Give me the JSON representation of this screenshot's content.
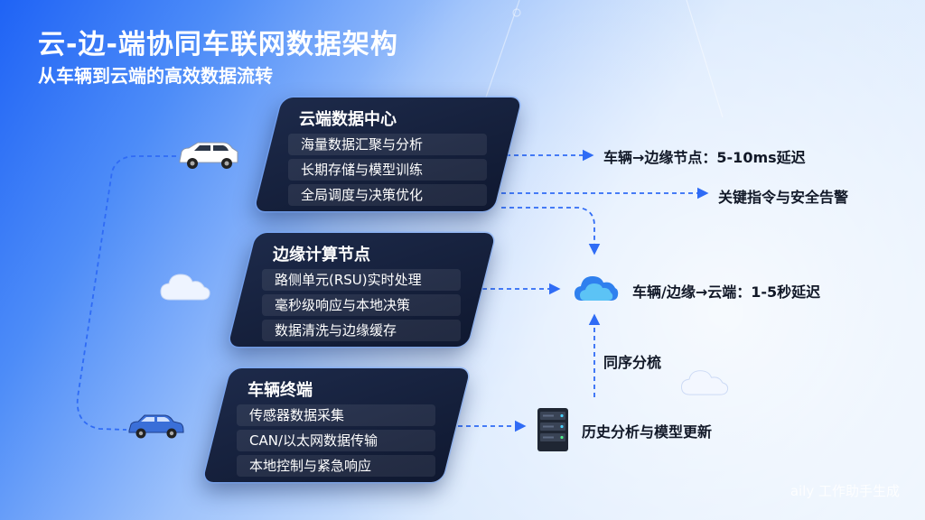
{
  "header": {
    "title": "云-边-端协同车联网数据架构",
    "subtitle": "从车辆到云端的高效数据流转"
  },
  "panels": {
    "cloud": {
      "title": "云端数据中心",
      "items": [
        "海量数据汇聚与分析",
        "长期存储与模型训练",
        "全局调度与决策优化"
      ]
    },
    "edge": {
      "title": "边缘计算节点",
      "items": [
        "路侧单元(RSU)实时处理",
        "毫秒级响应与本地决策",
        "数据清洗与边缘缓存"
      ]
    },
    "vehicle": {
      "title": "车辆终端",
      "items": [
        "传感器数据采集",
        "CAN/以太网数据传输",
        "本地控制与紧急响应"
      ]
    }
  },
  "labels": {
    "latency_edge": "车辆→边缘节点：5-10ms延迟",
    "alerts": "关键指令与安全告警",
    "latency_cloud": "车辆/边缘→云端：1-5秒延迟",
    "sync": "同序分梳",
    "history": "历史分析与模型更新"
  },
  "icons": [
    "suv-car-icon",
    "sedan-car-icon",
    "cloud-icon",
    "server-icon"
  ],
  "colors": {
    "accent": "#2f6bf5",
    "panel": "#14203a",
    "text_dark": "#111827"
  },
  "watermark": "aily 工作助手生成"
}
